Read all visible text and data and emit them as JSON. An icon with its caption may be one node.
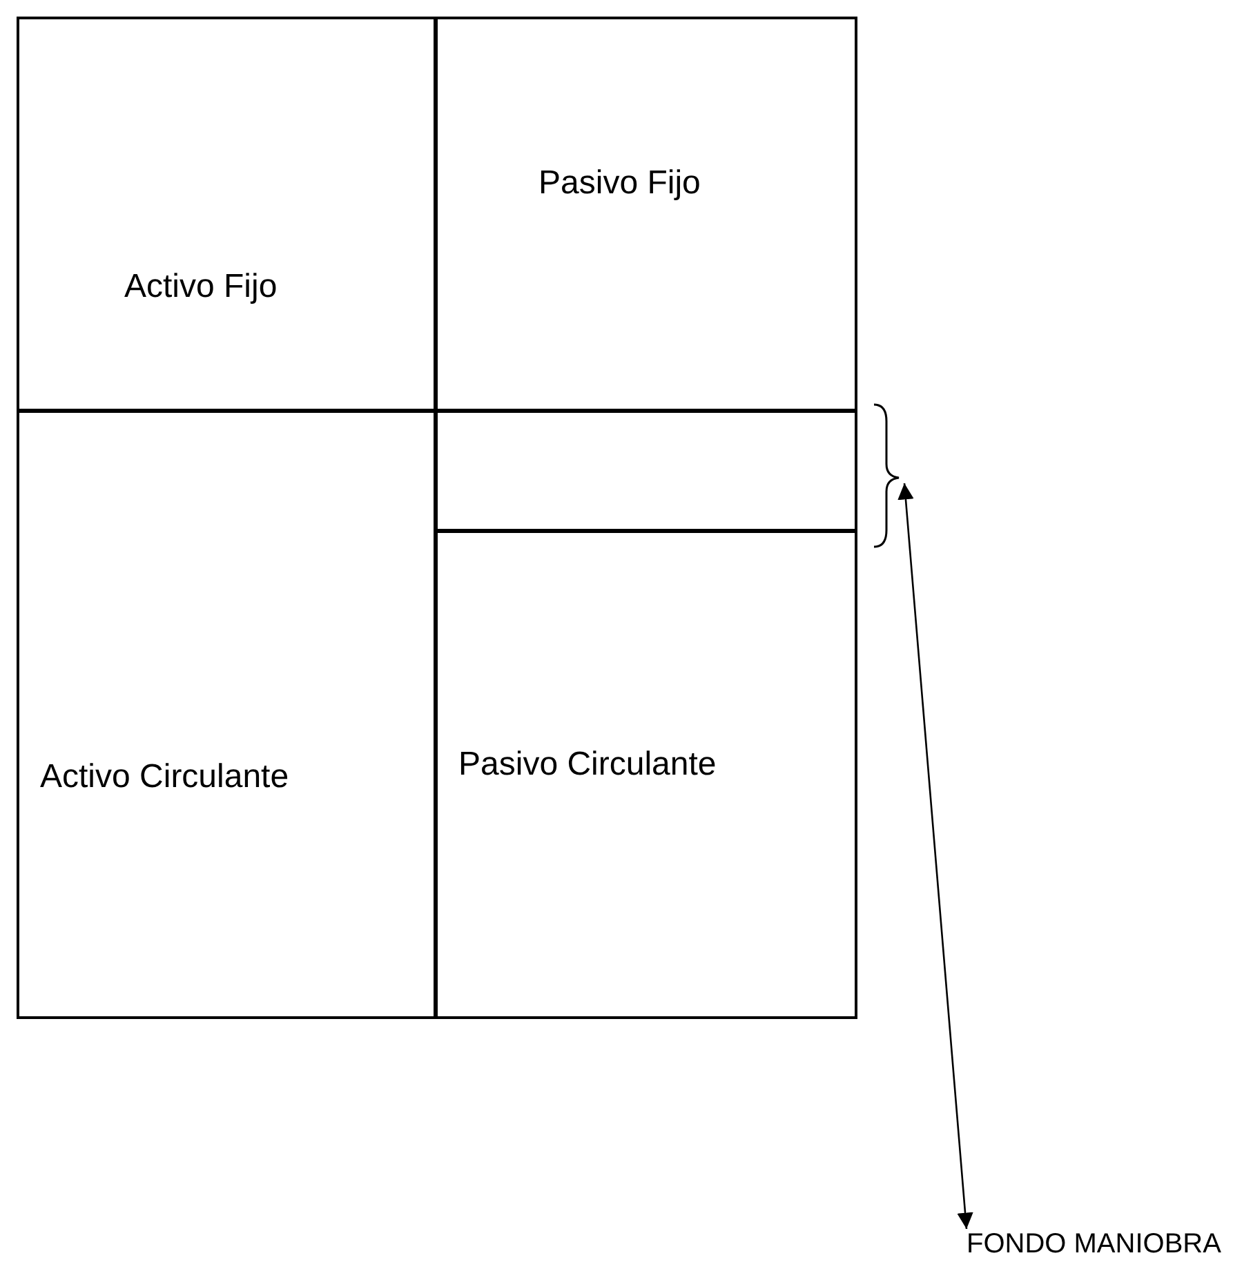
{
  "diagram": {
    "nodes": [
      {
        "text": [
          "Activo Fijo"
        ]
      },
      {
        "text": [
          "Pasivo Fijo"
        ]
      },
      {
        "text": [
          "Activo Circulante"
        ]
      },
      {
        "text": [],
        "shape": "box"
      },
      {
        "text": [
          "Pasivo Circulante"
        ]
      },
      {
        "text": [
          "FONDO MANIOBRA"
        ]
      }
    ],
    "edges": [
      {
        "from": 3,
        "to": 5,
        "arrow": "both"
      }
    ]
  }
}
